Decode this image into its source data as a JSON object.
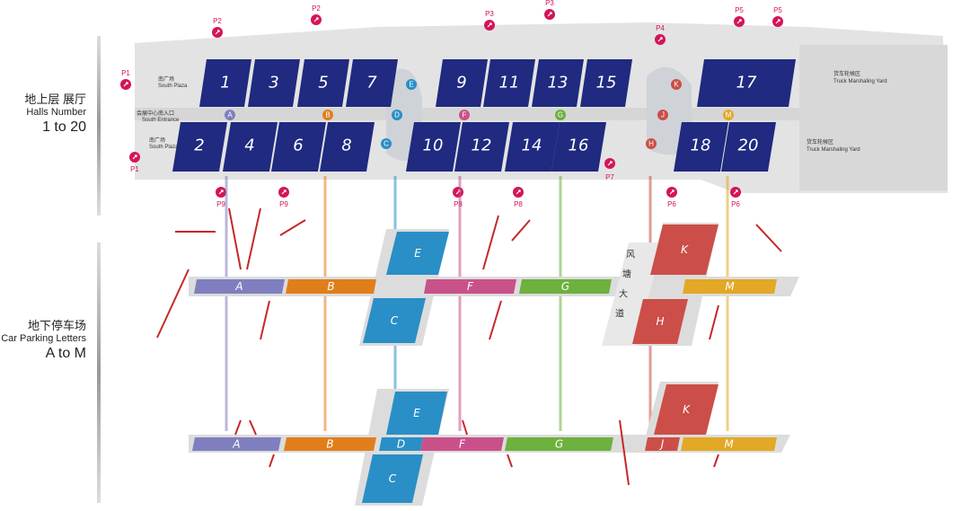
{
  "legend": {
    "halls": {
      "cn": "地上层 展厅",
      "en": "Halls Number",
      "range": "1 to 20"
    },
    "parking": {
      "cn": "地下停车场",
      "en": "Car Parking Letters",
      "range": "A to M"
    }
  },
  "plaza": {
    "south_plaza_cn": "南广场",
    "south_plaza_en": "South Plaza",
    "entrance_cn": "会展中心南入口",
    "entrance_en": "South Entrance"
  },
  "truck_yard": {
    "cn": "货车轮候区",
    "en": "Truck Marshaling Yard"
  },
  "road": [
    "风",
    "塘",
    "大",
    "道"
  ],
  "halls_top": [
    "1",
    "3",
    "5",
    "7",
    "9",
    "11",
    "13",
    "15",
    "17"
  ],
  "halls_bottom": [
    "2",
    "4",
    "6",
    "8",
    "10",
    "12",
    "14",
    "16",
    "18",
    "20"
  ],
  "connectors": [
    "A",
    "B",
    "C",
    "D",
    "E",
    "F",
    "G",
    "H",
    "J",
    "K",
    "M"
  ],
  "pins": [
    "P1",
    "P2",
    "P3",
    "P4",
    "P5",
    "P6",
    "P7",
    "P8",
    "P9"
  ],
  "parking_upper": [
    "A",
    "B",
    "C",
    "E",
    "F",
    "G",
    "H",
    "K",
    "M"
  ],
  "parking_lower": [
    "A",
    "B",
    "C",
    "D",
    "E",
    "F",
    "G",
    "J",
    "K",
    "M"
  ],
  "colors": {
    "hall": "#1f2a80",
    "A": "#7f7fbf",
    "B": "#e07f1a",
    "CDE": "#2a8fc6",
    "F": "#c9518a",
    "G": "#6db13e",
    "HJK": "#cc4e48",
    "M": "#e2a826",
    "pin": "#d4145a"
  }
}
